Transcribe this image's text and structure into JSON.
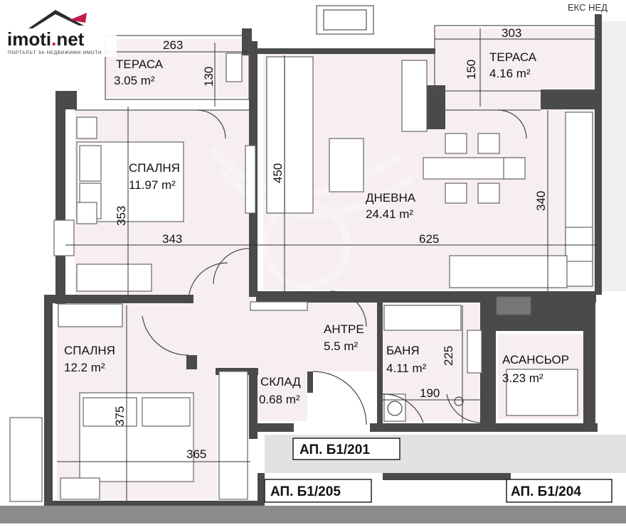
{
  "brand": {
    "name_prefix": "imoti",
    "name_dot": ".",
    "name_suffix": "net",
    "tagline": "ПОРТАЛЪТ ЗА НЕДВИЖИМИ ИМОТИ"
  },
  "corner_label": "ЕКС НЕД",
  "rooms": {
    "terrace_left": {
      "name": "ТЕРАСА",
      "area": "3.05 m²"
    },
    "terrace_right": {
      "name": "ТЕРАСА",
      "area": "4.16 m²"
    },
    "bedroom_top": {
      "name": "СПАЛНЯ",
      "area": "11.97 m²"
    },
    "living": {
      "name": "ДНЕВНА",
      "area": "24.41 m²"
    },
    "hall": {
      "name": "АНТРЕ",
      "area": "5.5 m²"
    },
    "bath": {
      "name": "БАНЯ",
      "area": "4.11 m²"
    },
    "elevator": {
      "name": "АСАНСЬОР",
      "area": "3.23 m²"
    },
    "bedroom_bottom": {
      "name": "СПАЛНЯ",
      "area": "12.2 m²"
    },
    "storage": {
      "name": "СКЛАД",
      "area": "0.68 m²"
    }
  },
  "dimensions": {
    "terrace_left_w": "263",
    "terrace_left_h": "130",
    "terrace_right_w": "303",
    "terrace_right_h": "150",
    "bedroom_top_h": "353",
    "living_wall": "450",
    "living_h": "340",
    "bedroom_top_w": "343",
    "living_w": "625",
    "bath_h": "225",
    "bath_w": "190",
    "bedroom_bottom_h": "375",
    "bedroom_bottom_w": "365"
  },
  "apartment_tags": {
    "ap201": "АП. Б1/201",
    "ap205": "АП. Б1/205",
    "ap204": "АП. Б1/204"
  }
}
